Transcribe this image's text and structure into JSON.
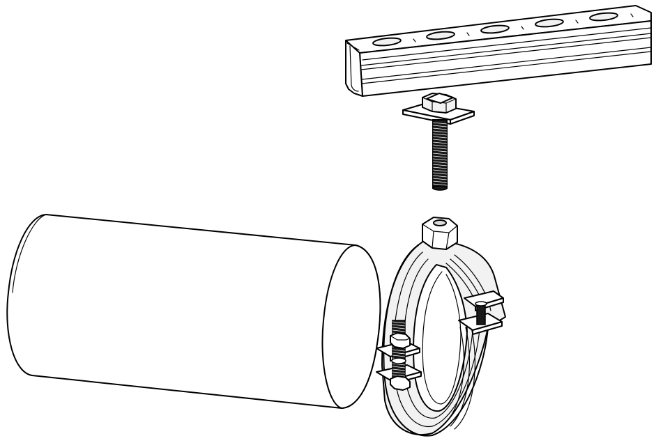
{
  "diagram": {
    "components": [
      {
        "key": "strut_channel",
        "icon": "slotted-strut-channel"
      },
      {
        "key": "channel_nut",
        "icon": "channel-nut-with-hex-bolt"
      },
      {
        "key": "threaded_rod",
        "icon": "threaded-rod"
      },
      {
        "key": "pipe_clamp",
        "icon": "split-ring-pipe-clamp"
      },
      {
        "key": "pipe",
        "icon": "cylindrical-pipe"
      }
    ],
    "style": {
      "line_color": "#000000",
      "background": "#ffffff",
      "shade_light": "#f2f2f2",
      "shade_dark": "#dcdcdc"
    }
  }
}
